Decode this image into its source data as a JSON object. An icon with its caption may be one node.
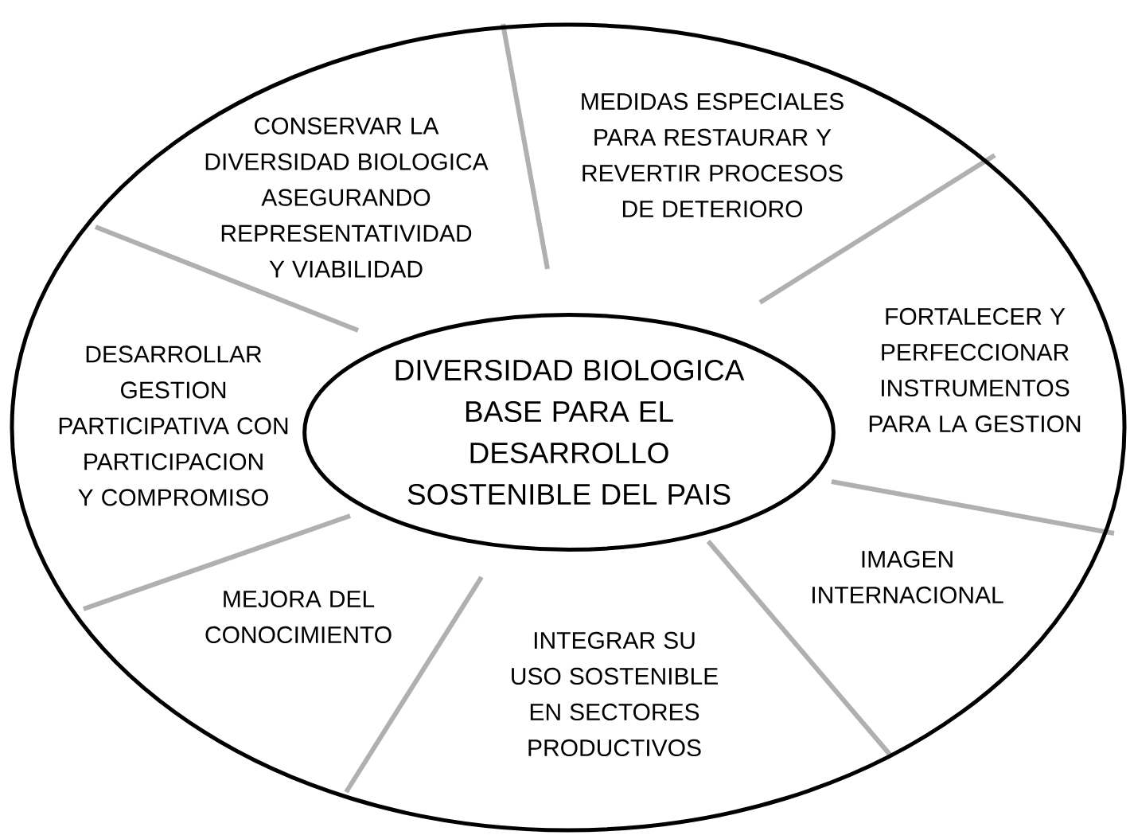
{
  "diagram": {
    "nodes": [
      {
        "text": [],
        "shape": "ellipse"
      },
      {
        "text": [
          "DIVERSIDAD BIOLOGICA BASE PARA EL DESARROLLO SOSTENIBLE DEL PAIS"
        ],
        "in": 0
      }
    ],
    "labels": [
      "CONSERVAR LA DIVERSIDAD BIOLOGICA ASEGURANDO REPRESENTATIVIDAD Y VIABILIDAD",
      "MEDIDAS ESPECIALES PARA RESTAURAR Y REVERTIR PROCESOS DE DETERIORO",
      "DESARROLLAR GESTION PARTICIPATIVA CON PARTICIPACION Y COMPROMISO",
      "FORTALECER Y PERFECCIONAR INSTRUMENTOS PARA LA GESTION",
      "IMAGEN INTERNACIONAL",
      "MEJORA DEL CONOCIMIENTO",
      "INTEGRAR SU USO SOSTENIBLE EN SECTORES PRODUCTIVOS"
    ]
  }
}
